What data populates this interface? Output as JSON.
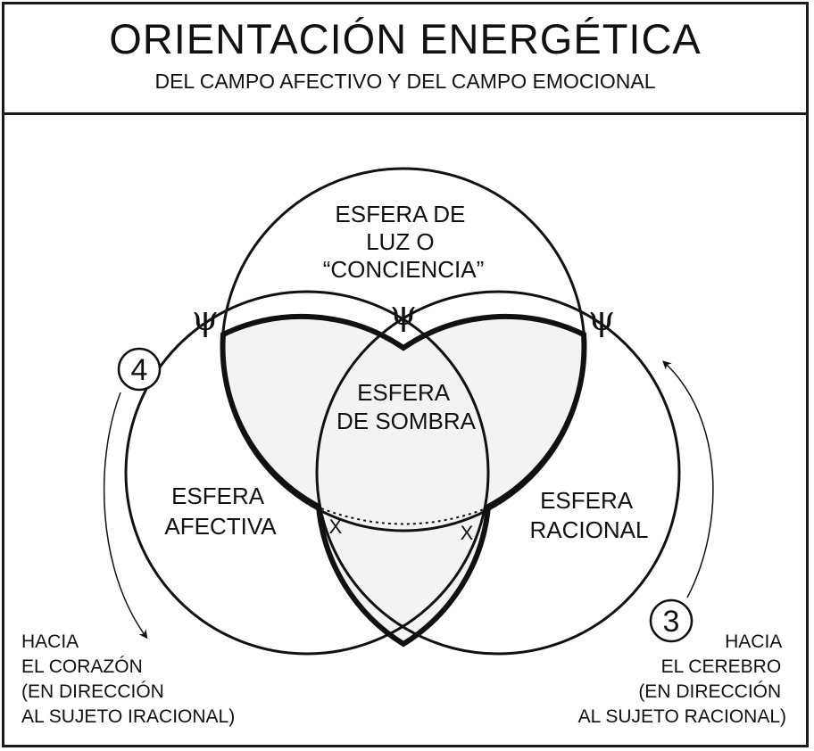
{
  "header": {
    "title": "ORIENTACIÓN  ENERGÉTICA",
    "subtitle": "DEL CAMPO AFECTIVO Y DEL CAMPO EMOCIONAL"
  },
  "spheres": {
    "light": [
      "ESFERA DE",
      "LUZ O",
      "“CONCIENCIA”"
    ],
    "shadow": [
      "ESFERA",
      "DE SOMBRA"
    ],
    "affective": [
      "ESFERA",
      "AFECTIVA"
    ],
    "rational": [
      "ESFERA",
      "RACIONAL"
    ]
  },
  "markers": {
    "psi": "ψ",
    "x": "X",
    "left_number": "4",
    "right_number": "3"
  },
  "side_notes": {
    "left": [
      "HACIA",
      "EL CORAZÓN",
      "(EN DIRECCIÓN",
      "AL SUJETO IRACIONAL)"
    ],
    "right": [
      "HACIA",
      "EL CEREBRO",
      "(EN DIRECCIÓN",
      "AL SUJETO RACIONAL)"
    ]
  }
}
